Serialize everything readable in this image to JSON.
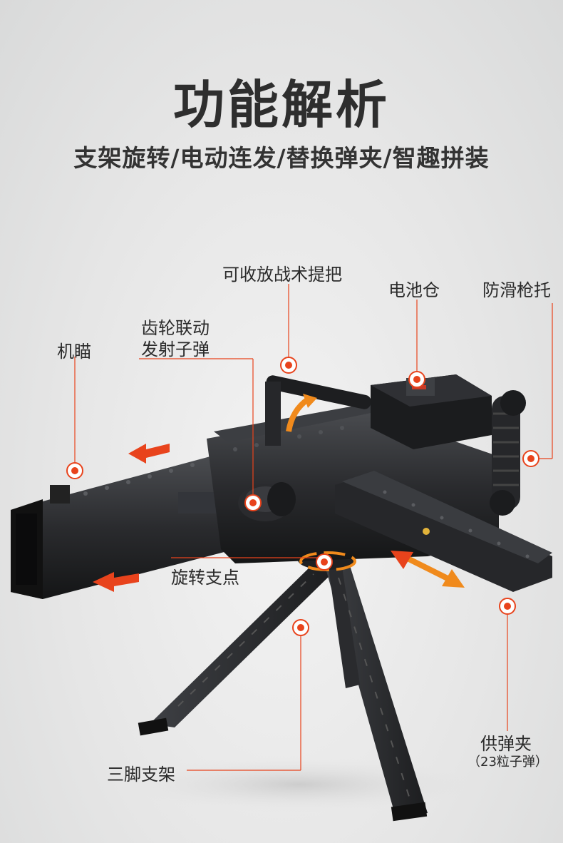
{
  "header": {
    "title": "功能解析",
    "subtitle": "支架旋转/电动连发/替换弹夹/智趣拼装"
  },
  "callouts": {
    "handle": "可收放战术提把",
    "battery": "电池仓",
    "stock": "防滑枪托",
    "gear_line1": "齿轮联动",
    "gear_line2": "发射子弹",
    "sight": "机瞄",
    "pivot": "旋转支点",
    "magazine": "供弹夹",
    "magazine_note": "（23粒子弹）",
    "tripod": "三脚支架"
  },
  "colors": {
    "accent": "#e8431c",
    "accent_orange": "#f08a1c",
    "leader": "#e8431c",
    "model_dark": "#1e1f21"
  },
  "illustration": {
    "subject": "brick-built machine gun model on tripod"
  }
}
